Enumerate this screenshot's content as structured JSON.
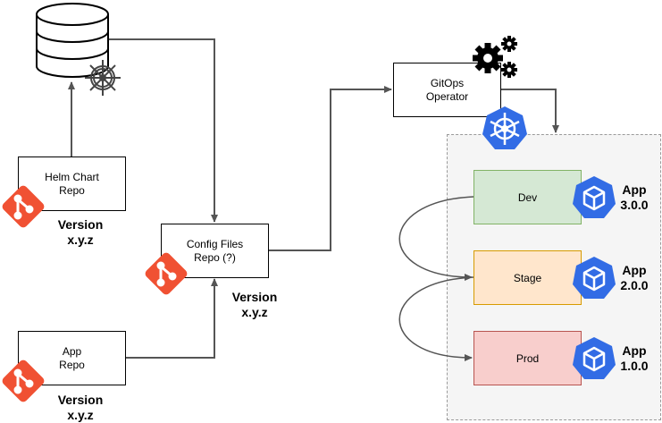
{
  "boxes": {
    "helm_chart_repo": "Helm Chart\nRepo",
    "config_files_repo": "Config Files\nRepo (?)",
    "app_repo": "App\nRepo",
    "gitops_operator": "GitOps\nOperator"
  },
  "versions": {
    "helm": "Version\nx.y.z",
    "config": "Version\nx.y.z",
    "app": "Version\nx.y.z"
  },
  "environments": [
    {
      "label": "Dev",
      "fill": "#d5e8d4",
      "stroke": "#82b366",
      "app_version": "App\n3.0.0"
    },
    {
      "label": "Stage",
      "fill": "#ffe6cc",
      "stroke": "#d79b00",
      "app_version": "App\n2.0.0"
    },
    {
      "label": "Prod",
      "fill": "#f8cecc",
      "stroke": "#b85450",
      "app_version": "App\n1.0.0"
    }
  ],
  "icons": [
    "database-icon",
    "helm-wheel-icon",
    "git-icon",
    "gears-icon",
    "kubernetes-icon",
    "kubernetes-cube-icon"
  ],
  "colors": {
    "git": "#f05133",
    "kubernetes": "#326ce5",
    "arrow": "#555555",
    "cluster_border": "#9a9a9a",
    "cluster_fill": "#f5f5f5"
  }
}
